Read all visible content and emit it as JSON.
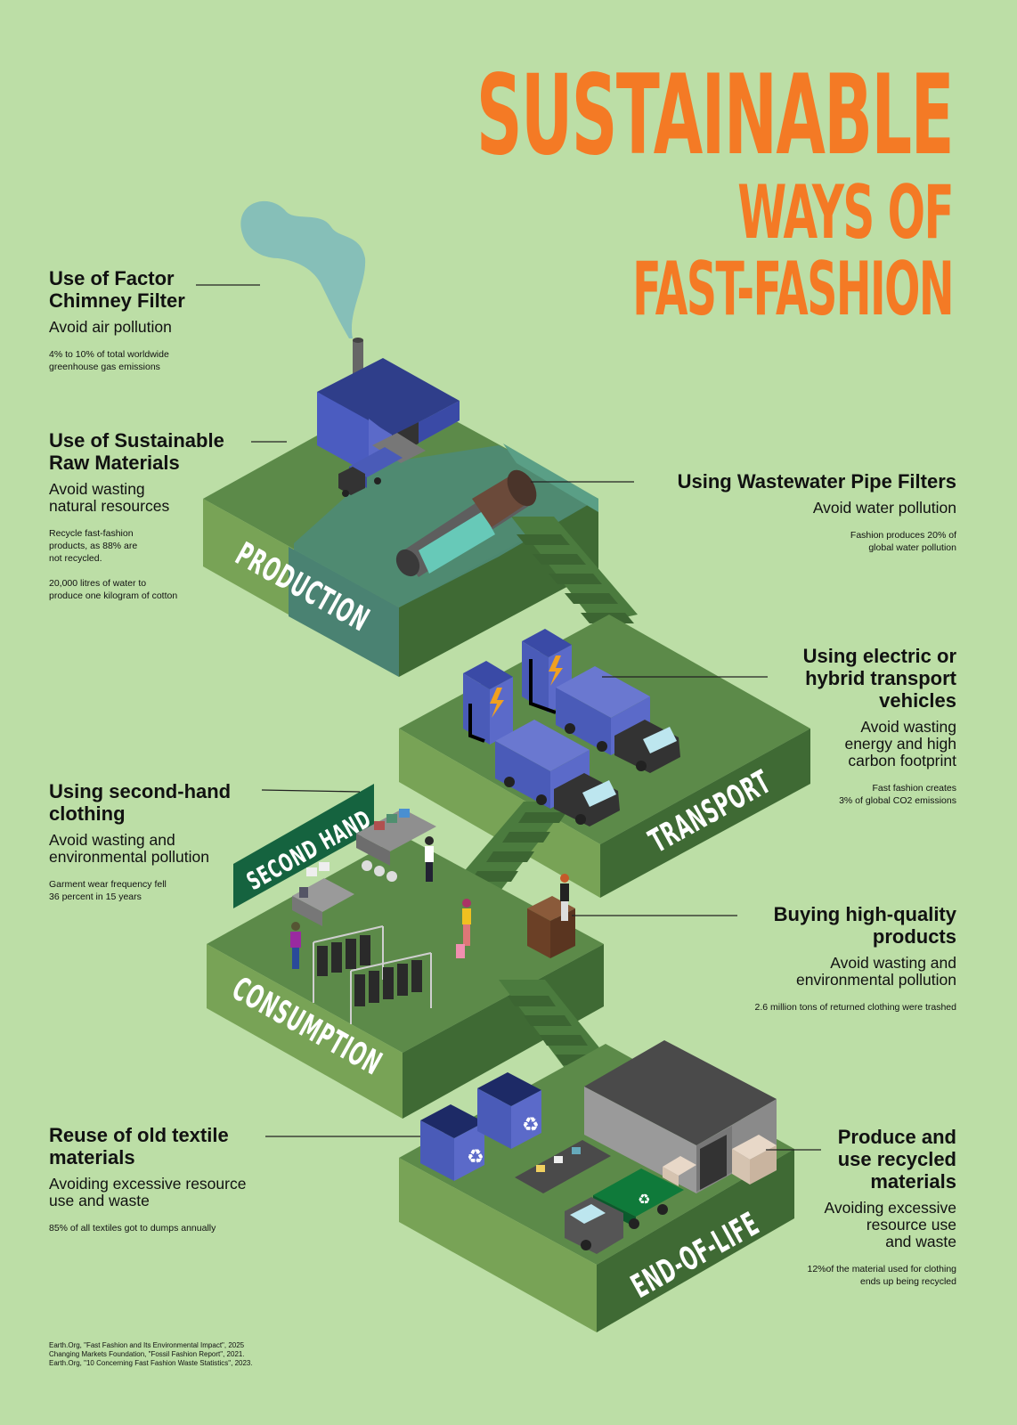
{
  "title": {
    "line1": "SUSTAINABLE",
    "line2": "WAYS OF",
    "line3": "FAST-FASHION"
  },
  "colors": {
    "background": "#bcdea6",
    "title": "#f47a25",
    "platform_top": "#5c8a49",
    "platform_left": "#78a356",
    "platform_right": "#3f6a34",
    "water": "#4e8a74",
    "building": "#5b6ac9",
    "smoke": "#86bfb8"
  },
  "stages": {
    "production": "PRODUCTION",
    "transport": "TRANSPORT",
    "consumption": "CONSUMPTION",
    "end_of_life": "END-OF-LIFE",
    "second_hand_sign": "SECOND HAND"
  },
  "callouts": {
    "chimney": {
      "title_1": "Use of Factor",
      "title_2": "Chimney Filter",
      "subtitle": "Avoid air pollution",
      "note_1": "4% to 10% of total worldwide",
      "note_2": "greenhouse gas emissions"
    },
    "raw_materials": {
      "title_1": "Use of Sustainable",
      "title_2": "Raw Materials",
      "subtitle_1": "Avoid wasting",
      "subtitle_2": "natural resources",
      "note_a1": "Recycle fast-fashion",
      "note_a2": "products, as 88% are",
      "note_a3": "not recycled.",
      "note_b1": "20,000 litres of water to",
      "note_b2": "produce one kilogram of cotton"
    },
    "wastewater": {
      "title": "Using Wastewater Pipe Filters",
      "subtitle": "Avoid water pollution",
      "note_1": "Fashion produces 20% of",
      "note_2": "global water pollution"
    },
    "transport": {
      "title_1": "Using electric or",
      "title_2": "hybrid transport",
      "title_3": "vehicles",
      "subtitle_1": "Avoid wasting",
      "subtitle_2": "energy and high",
      "subtitle_3": "carbon footprint",
      "note_1": "Fast fashion creates",
      "note_2": "3% of global CO2 emissions"
    },
    "second_hand": {
      "title_1": "Using second-hand",
      "title_2": "clothing",
      "subtitle_1": "Avoid wasting and",
      "subtitle_2": "environmental pollution",
      "note_1": "Garment wear frequency fell",
      "note_2": "36 percent in 15 years"
    },
    "high_quality": {
      "title_1": "Buying high-quality",
      "title_2": "products",
      "subtitle_1": "Avoid wasting and",
      "subtitle_2": "environmental pollution",
      "note_1": "2.6 million tons of returned clothing were trashed"
    },
    "reuse": {
      "title_1": "Reuse of old textile",
      "title_2": "materials",
      "subtitle_1": "Avoiding excessive resource",
      "subtitle_2": "use and waste",
      "note_1": "85% of all textiles got to dumps annually"
    },
    "recycled": {
      "title_1": "Produce and",
      "title_2": "use recycled",
      "title_3": "materials",
      "subtitle_1": "Avoiding excessive",
      "subtitle_2": "resource use",
      "subtitle_3": "and waste",
      "note_1": "12%of the material used for clothing",
      "note_2": "ends up being recycled"
    }
  },
  "sources": [
    "Earth.Org, \"Fast Fashion and Its Environmental Impact\", 2025",
    "Changing Markets Foundation, \"Fossil Fashion Report\", 2021.",
    "Earth.Org, \"10 Concerning Fast Fashion Waste Statistics\", 2023."
  ]
}
